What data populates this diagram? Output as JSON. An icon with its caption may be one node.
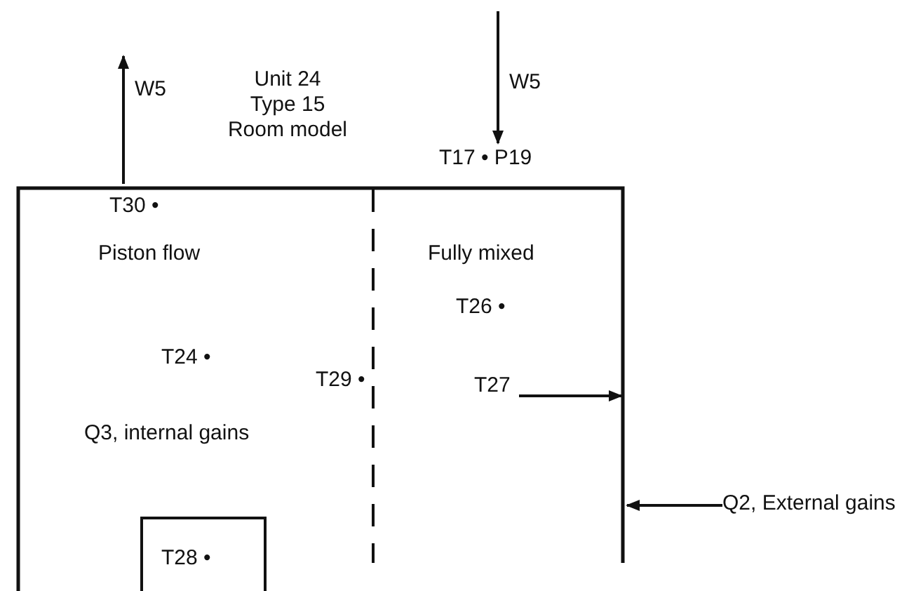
{
  "diagram": {
    "nodes": [
      {
        "text": [],
        "shape": "box"
      },
      {
        "text": [
          "T28 •"
        ],
        "in": 0
      },
      {
        "text": [
          "T27"
        ],
        "in": 0
      },
      {
        "text": [
          "Q2, External gains"
        ]
      },
      {
        "text": [
          "T17 • P19"
        ]
      }
    ],
    "edges": [
      {
        "from": 0,
        "to": null,
        "arrow": "to",
        "label": "W5"
      },
      {
        "from": null,
        "to": 4,
        "arrow": "to",
        "label": "W5"
      },
      {
        "from": 2,
        "to": 0,
        "arrow": "to"
      },
      {
        "from": 3,
        "to": 0,
        "arrow": "to"
      }
    ],
    "labels": [
      "Unit 24 Type 15 Room model",
      "T30 •",
      "Piston flow",
      "Fully mixed",
      "T26 •",
      "T24 •",
      "T29 •",
      "Q3, internal gains"
    ]
  }
}
